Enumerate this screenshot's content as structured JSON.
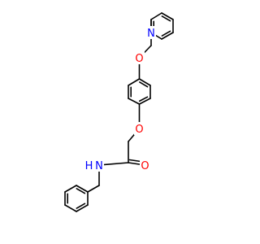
{
  "molecule": {
    "atom_labels": {
      "pyridine_nitrogen": "N",
      "ether_oxygen_top": "O",
      "ether_oxygen_mid": "O",
      "carbonyl_oxygen": "O",
      "amide_nitrogen": "N",
      "amide_hydrogen": "H"
    },
    "colors": {
      "bond": "#000000",
      "nitrogen": "#0000ff",
      "oxygen": "#ff0000",
      "background": "#ffffff"
    }
  }
}
